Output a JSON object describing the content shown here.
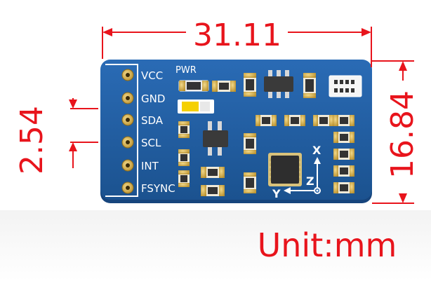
{
  "dimensions": {
    "width": "31.11",
    "height": "16.84",
    "pitch": "2.54",
    "unit": "Unit:mm"
  },
  "pins": [
    {
      "label": "VCC"
    },
    {
      "label": "GND"
    },
    {
      "label": "SDA"
    },
    {
      "label": "SCL"
    },
    {
      "label": "INT"
    },
    {
      "label": "FSYNC"
    }
  ],
  "board": {
    "led_label": "PWR",
    "axis_x": "X",
    "axis_y": "Y",
    "axis_z": "Z"
  },
  "colors": {
    "pcb": "#1f5fa8",
    "pcb_dark": "#17457d",
    "silkscreen": "#ffffff",
    "dimension": "#e8141c",
    "pad": "#d4b04a",
    "chip": "#2e2e2e",
    "led": "#f5d000"
  }
}
